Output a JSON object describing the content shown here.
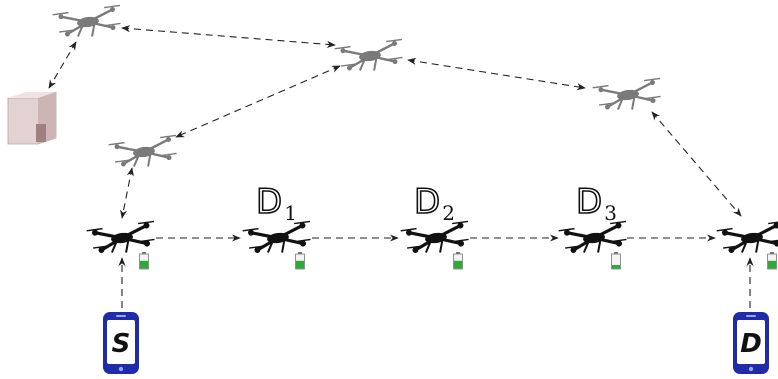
{
  "labels": [
    {
      "key": "D",
      "sub": "1"
    },
    {
      "key": "D",
      "sub": "2"
    },
    {
      "key": "D",
      "sub": "3"
    }
  ],
  "phones": {
    "source": "S",
    "destination": "D"
  },
  "icons": {
    "drone": "quadcopter-icon",
    "building": "building-icon",
    "battery": "battery-icon",
    "phone": "smartphone-icon"
  },
  "battery_levels": [
    0.55,
    0.55,
    0.55,
    0.25,
    0.55
  ],
  "colors": {
    "arrow": "#222222",
    "active_drone": "#111111",
    "relay_drone": "#7a7a7a",
    "battery": "#2fa83a",
    "phone": "#1f2ba8",
    "building": "#d9c4c4"
  }
}
